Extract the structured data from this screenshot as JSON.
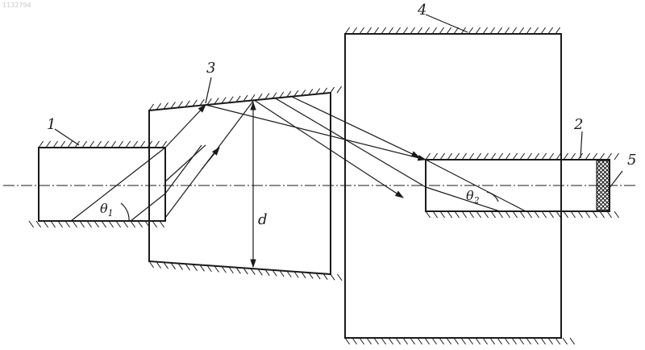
{
  "figure": {
    "corner_code": "1132794",
    "labels": {
      "part_1": "1",
      "part_2": "2",
      "part_3": "3",
      "part_4": "4",
      "part_5": "5",
      "dimension_d": "d",
      "theta_symbol": "θ",
      "theta_1_sub": "1",
      "theta_2_sub": "2"
    }
  }
}
